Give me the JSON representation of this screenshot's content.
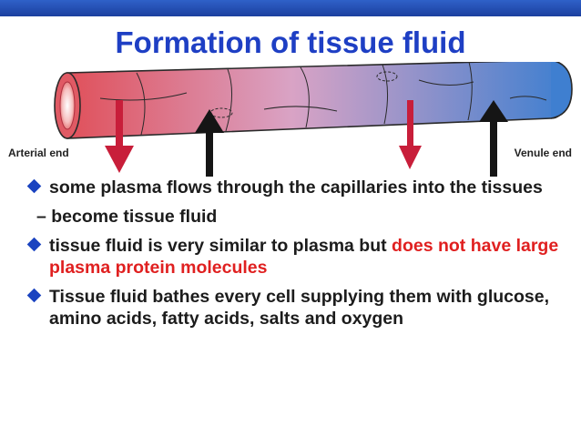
{
  "title": "Formation of tissue fluid",
  "labels": {
    "arterial_end": "Arterial end",
    "venule_end": "Venule end"
  },
  "bullets": {
    "b1": "some plasma flows through the capillaries into the tissues",
    "b1_sub": "– become tissue fluid",
    "b2_plain": "tissue fluid is very similar to plasma but ",
    "b2_red": "does not have large plasma protein molecules",
    "b3": "Tissue fluid bathes every cell supplying them with glucose, amino acids, fatty acids, salts and oxygen"
  },
  "colors": {
    "accent_blue": "#1e3fc4",
    "highlight_red": "#e02020",
    "arterial_red": "#e0505a",
    "venous_blue": "#3f7fd0",
    "down_arrow": "#c81e3a",
    "up_arrow": "#151515"
  }
}
